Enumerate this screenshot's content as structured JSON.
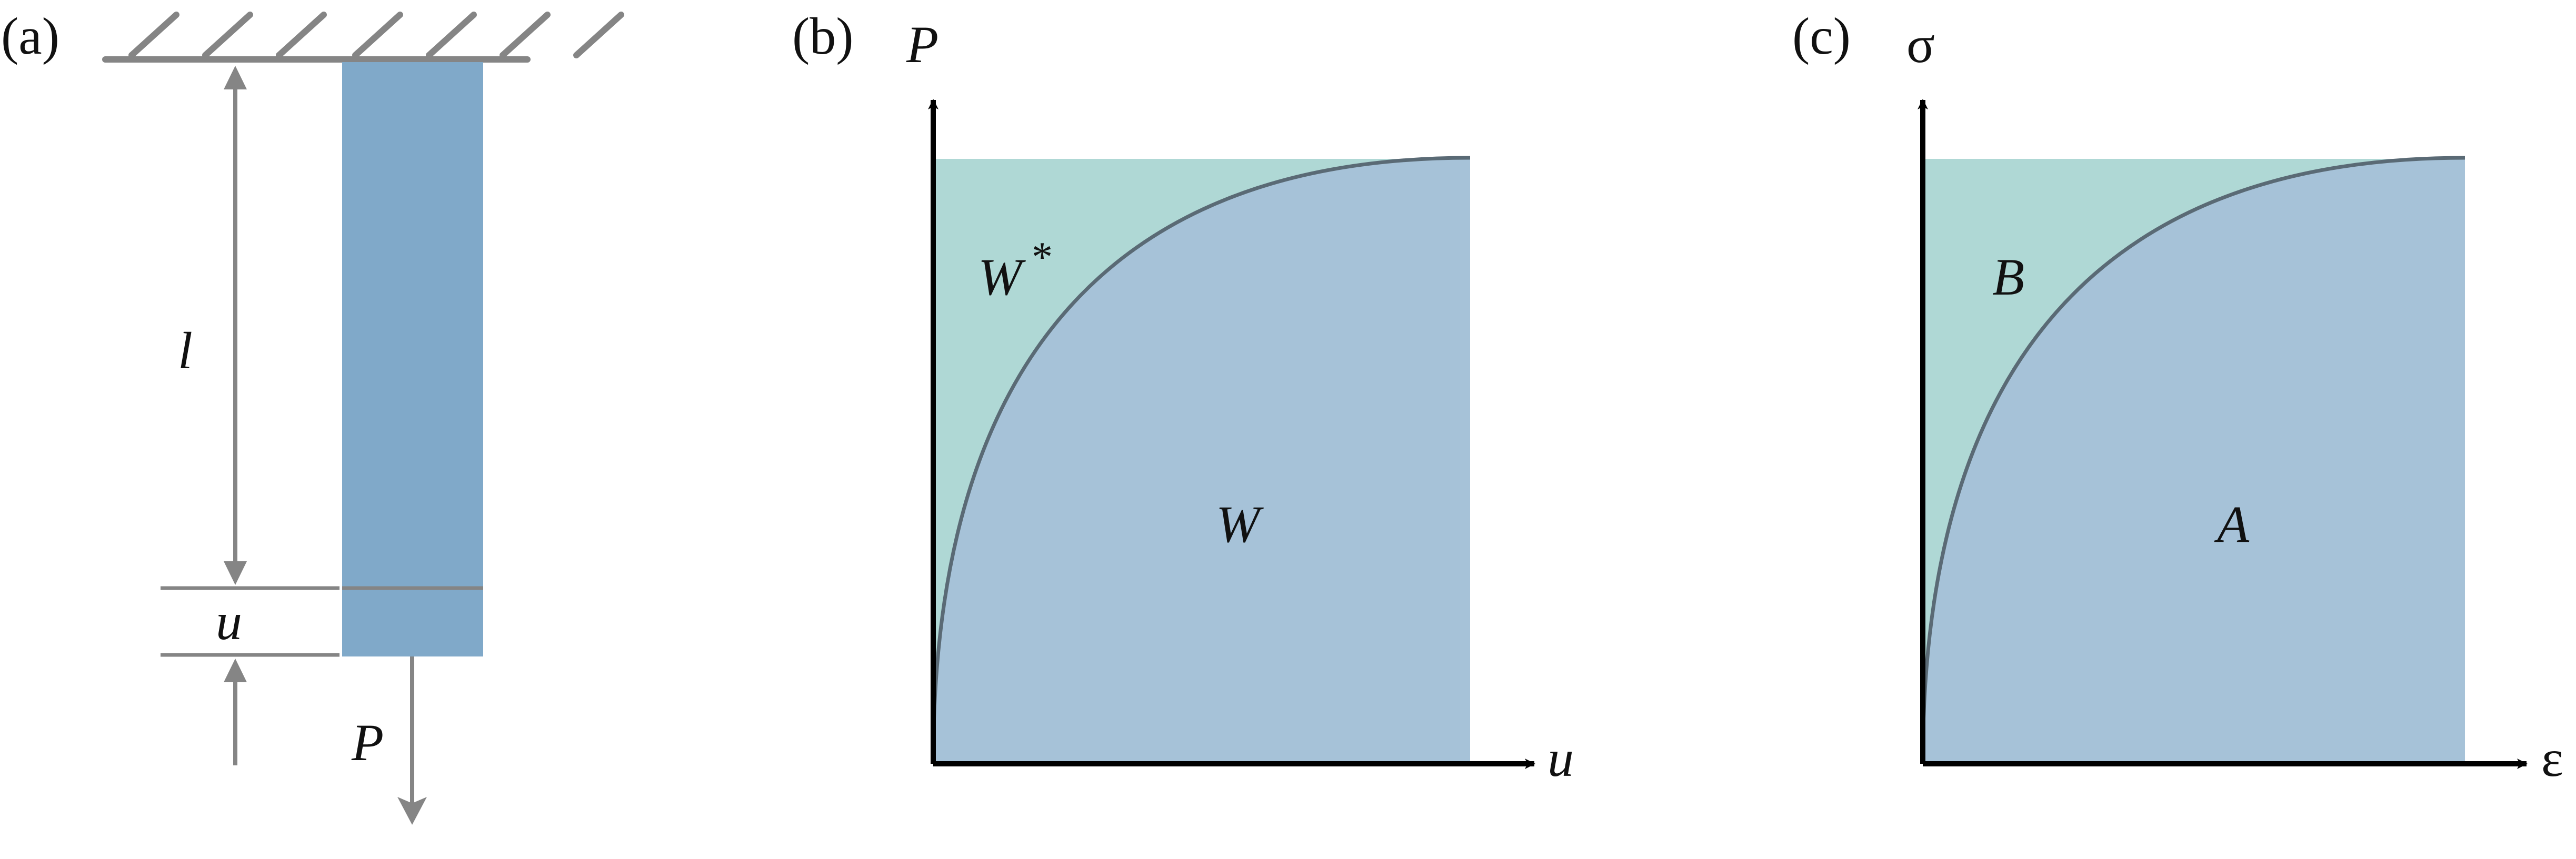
{
  "panel_a": {
    "label": "(a)",
    "length_symbol": "l",
    "elongation_symbol": "u",
    "load_symbol": "P"
  },
  "panel_b": {
    "label": "(b)",
    "y_axis_symbol": "P",
    "x_axis_symbol": "u",
    "upper_region_symbol": "W",
    "upper_region_superscript": "*",
    "lower_region_symbol": "W"
  },
  "panel_c": {
    "label": "(c)",
    "y_axis_symbol": "σ",
    "x_axis_symbol": "ε",
    "upper_region_symbol": "B",
    "lower_region_symbol": "A"
  },
  "colors": {
    "line_gray": "#858585",
    "bar_blue": "#80a9c9",
    "work_blue": "#a6c2d8",
    "complementary_green": "#afd8d5",
    "curve": "#5a6a75",
    "axis": "#000000"
  }
}
